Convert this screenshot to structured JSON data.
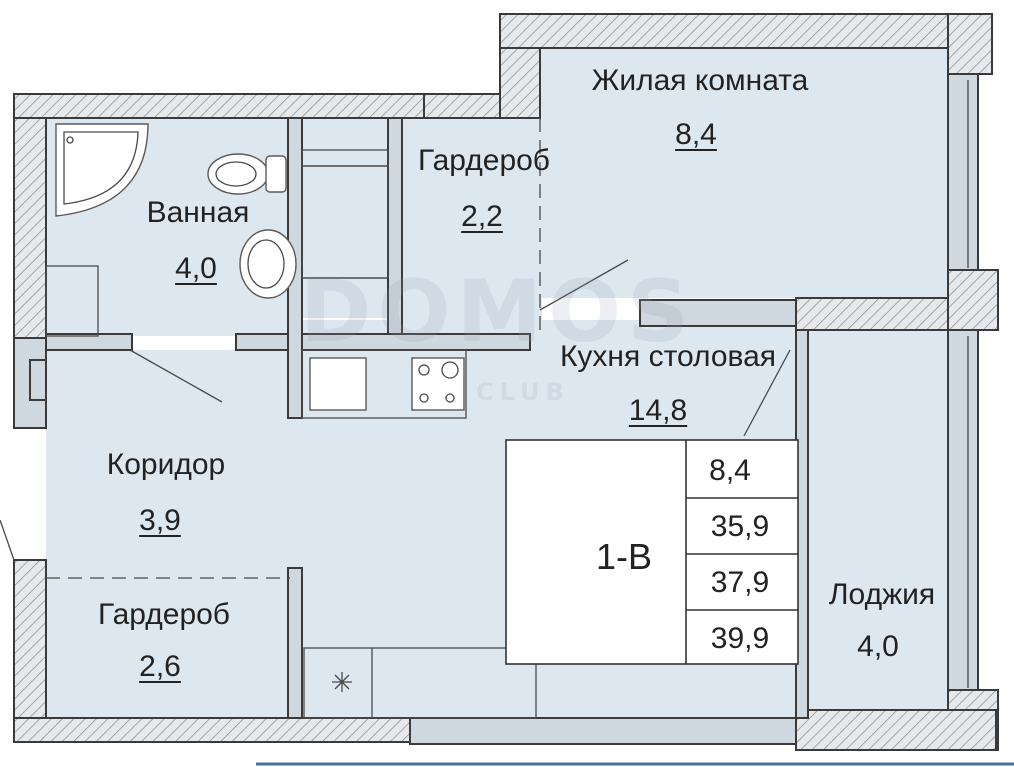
{
  "rooms": {
    "living": {
      "name": "Жилая комната",
      "area": "8,4"
    },
    "wardrobe_top": {
      "name": "Гардероб",
      "area": "2,2"
    },
    "bathroom": {
      "name": "Ванная",
      "area": "4,0"
    },
    "kitchen": {
      "name": "Кухня  столовая",
      "area": "14,8"
    },
    "corridor": {
      "name": "Коридор",
      "area": "3,9"
    },
    "wardrobe_bottom": {
      "name": "Гардероб",
      "area": "2,6"
    },
    "loggia": {
      "name": "Лоджия",
      "area": "4,0"
    }
  },
  "unit": {
    "code": "1-В",
    "areas": [
      "8,4",
      "35,9",
      "37,9",
      "39,9"
    ]
  },
  "watermark": {
    "main": "DOMOS",
    "sub": "CLUB"
  },
  "colors": {
    "room_fill": "#dde7f0",
    "wall": "#cfd7df",
    "line": "#3a3a3a"
  }
}
